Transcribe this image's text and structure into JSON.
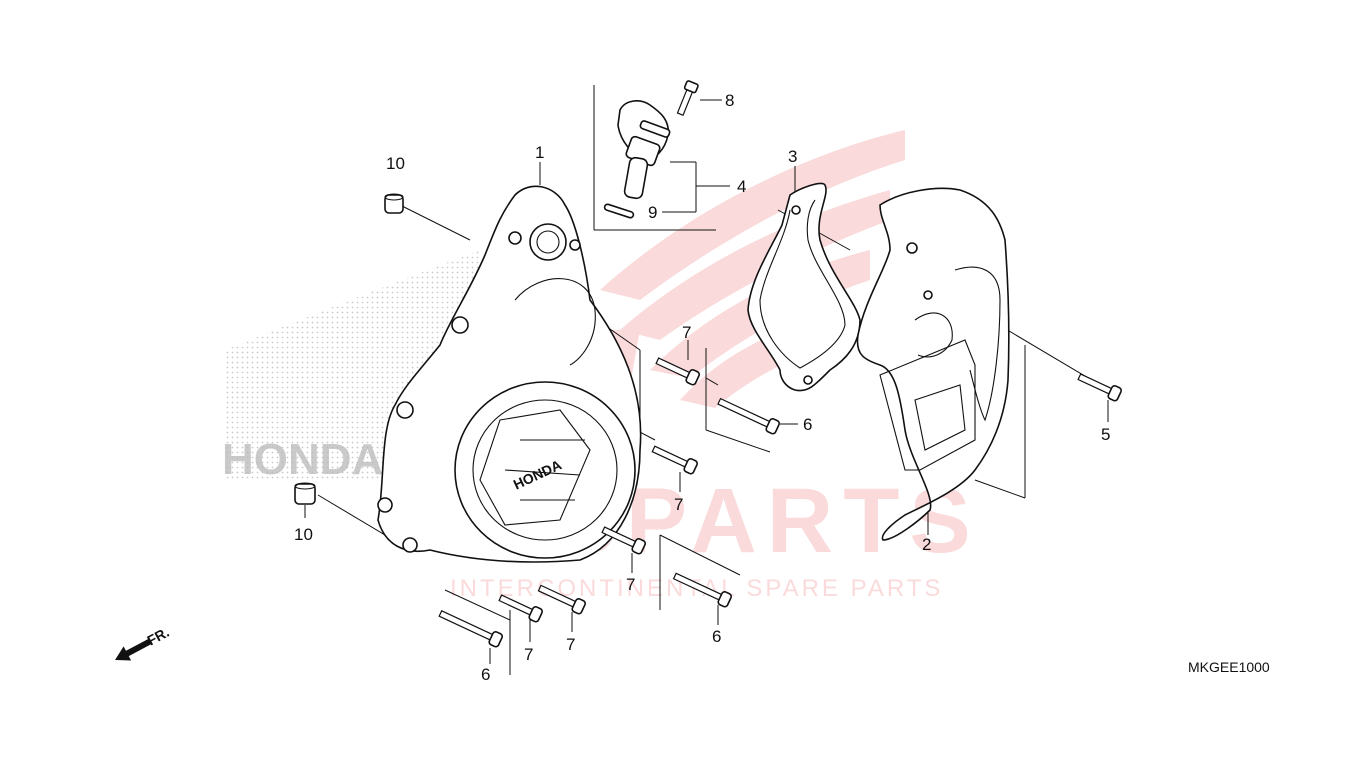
{
  "diagram": {
    "callouts": [
      {
        "id": "c1",
        "label": "1"
      },
      {
        "id": "c2",
        "label": "2"
      },
      {
        "id": "c3",
        "label": "3"
      },
      {
        "id": "c4",
        "label": "4"
      },
      {
        "id": "c5",
        "label": "5"
      },
      {
        "id": "c6a",
        "label": "6"
      },
      {
        "id": "c6b",
        "label": "6"
      },
      {
        "id": "c6c",
        "label": "6"
      },
      {
        "id": "c7a",
        "label": "7"
      },
      {
        "id": "c7b",
        "label": "7"
      },
      {
        "id": "c7c",
        "label": "7"
      },
      {
        "id": "c7d",
        "label": "7"
      },
      {
        "id": "c7e",
        "label": "7"
      },
      {
        "id": "c8",
        "label": "8"
      },
      {
        "id": "c9",
        "label": "9"
      },
      {
        "id": "c10a",
        "label": "10"
      },
      {
        "id": "c10b",
        "label": "10"
      }
    ],
    "direction_label": "FR.",
    "diagram_code": "MKGEE1000",
    "cover_logo_text": "HONDA",
    "watermark": {
      "brand_text": "HONDA",
      "main_text": "CSPARTS",
      "tagline": "INTERCONTINENTAL SPARE PARTS",
      "color": "#e31e24"
    }
  }
}
